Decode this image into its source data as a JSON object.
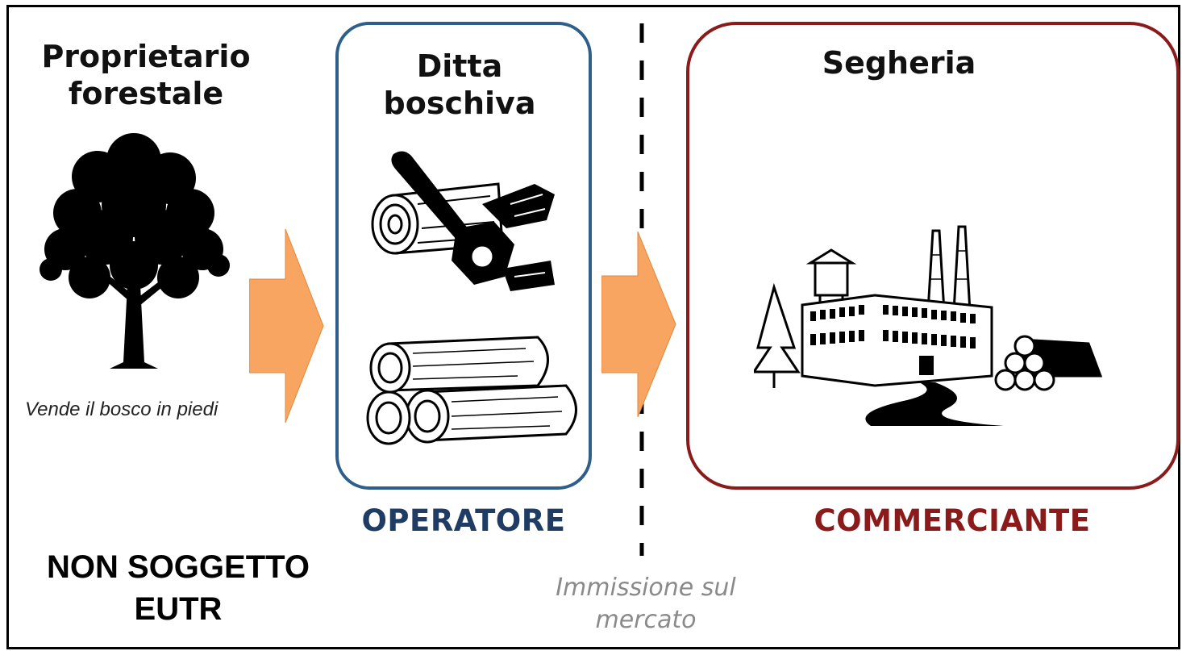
{
  "forest_owner": {
    "title_line1": "Proprietario",
    "title_line2": "forestale",
    "caption": "Vende il bosco in piedi",
    "status_line1": "NON SOGGETTO",
    "status_line2": "EUTR"
  },
  "logging_company": {
    "title_line1": "Ditta",
    "title_line2": "boschiva",
    "role": "OPERATORE"
  },
  "sawmill": {
    "title": "Segheria",
    "role": "COMMERCIANTE"
  },
  "market_boundary": {
    "label_line1": "Immissione sul",
    "label_line2": "mercato"
  },
  "icons": [
    "tree-icon",
    "chainsaw-icon",
    "logs-icon",
    "factory-icon",
    "arrow-icon"
  ],
  "colors": {
    "operator": "#1f3d64",
    "trader": "#8b1a1a",
    "arrow": "#f7a560",
    "blue_box": "#2e5f8a",
    "red_box": "#8b1a1a"
  }
}
